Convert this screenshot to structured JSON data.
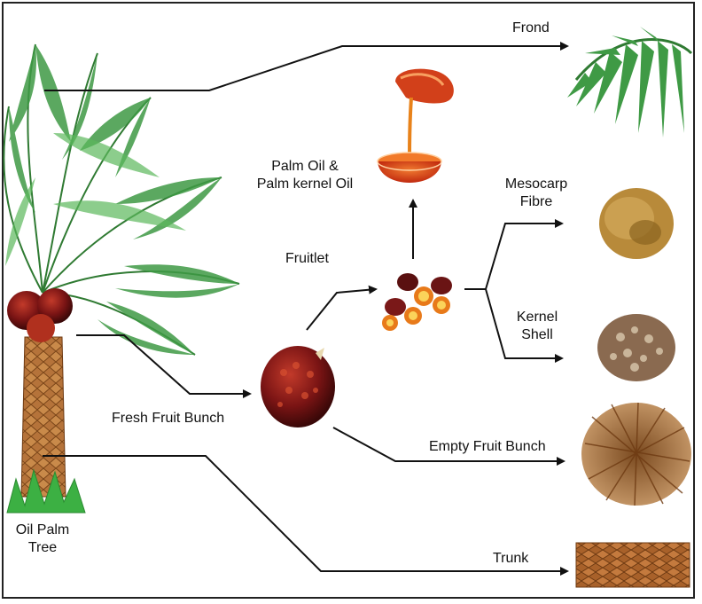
{
  "diagram": {
    "nodes": {
      "frond": {
        "label": "Frond"
      },
      "palm_oil": {
        "label_line1": "Palm Oil &",
        "label_line2": "Palm kernel Oil"
      },
      "mesocarp": {
        "label_line1": "Mesocarp",
        "label_line2": "Fibre"
      },
      "fruitlet": {
        "label": "Fruitlet"
      },
      "kernel_shell": {
        "label_line1": "Kernel",
        "label_line2": "Shell"
      },
      "fresh_fruit_bunch": {
        "label": "Fresh Fruit Bunch"
      },
      "empty_fruit_bunch": {
        "label": "Empty Fruit Bunch"
      },
      "oil_palm_tree": {
        "label_line1": "Oil Palm",
        "label_line2": "Tree"
      },
      "trunk": {
        "label": "Trunk"
      }
    },
    "edges": [
      {
        "from": "oil_palm_tree",
        "to": "frond"
      },
      {
        "from": "oil_palm_tree",
        "to": "fresh_fruit_bunch"
      },
      {
        "from": "oil_palm_tree",
        "to": "trunk"
      },
      {
        "from": "fresh_fruit_bunch",
        "to": "fruitlet"
      },
      {
        "from": "fresh_fruit_bunch",
        "to": "empty_fruit_bunch"
      },
      {
        "from": "fruitlet",
        "to": "palm_oil"
      },
      {
        "from": "fruitlet",
        "to": "mesocarp"
      },
      {
        "from": "fruitlet",
        "to": "kernel_shell"
      }
    ],
    "colors": {
      "arrow": "#111111",
      "frond_green": "#2f8a3a",
      "frond_light": "#5cb85c",
      "trunk_brown": "#a0622d",
      "fruit_red": "#8b1a1a",
      "oil_orange": "#e0501a",
      "fibre_tan": "#b88a3a",
      "grass_green": "#3cb043"
    }
  }
}
